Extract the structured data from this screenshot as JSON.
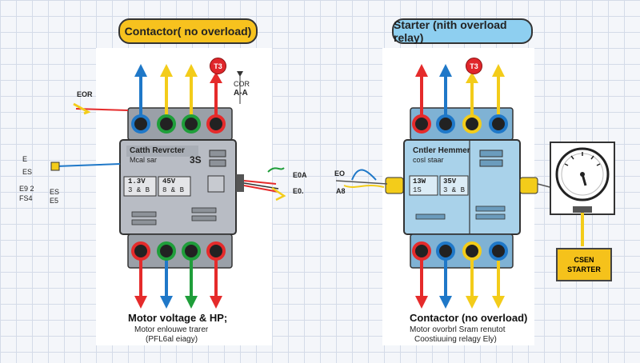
{
  "left": {
    "heading": "Contactor( no overload)",
    "overcurrent_badge": "T3",
    "body_title": "Catth Revrcter",
    "body_subtitle": "Mcal sar",
    "body_code": "3S",
    "rating_left": "1.3V",
    "rating_left_2": "3 & B",
    "rating_right": "45V",
    "rating_right_2": "8 & B",
    "coil_label": "COR",
    "coil_label_2": "A-A",
    "left_label_top": "EOR",
    "left_label_1": "E",
    "left_label_2": "ES",
    "left_label_3": "E9 2",
    "left_label_4": "ES",
    "left_label_5": "FS4",
    "left_label_6": "E5",
    "right_label_1": "E0A",
    "right_label_2": "E0.",
    "caption": "Motor voltage & HP;",
    "sub_1": "Motor enlouwe trarer",
    "sub_2": "(PFL6al eiagy)"
  },
  "right": {
    "heading": "Starter (nith overload relay)",
    "overcurrent_badge": "T3",
    "body_title": "Cntler Hemmer",
    "body_subtitle": "cosl staar",
    "rating_left": "13W",
    "rating_left_2": "1S",
    "rating_right": "35V",
    "rating_right_2": "3 & B",
    "left_label_1": "EO",
    "left_label_2": "A8",
    "caption": "Contactor (no overload)",
    "sub_1": "Motor ovorbrl Sram renutot",
    "sub_2": "Coostiuuing relagy Ely)",
    "gauge_badge_1": "CSEN",
    "gauge_badge_2": "STARTER"
  },
  "colors": {
    "accent_yellow": "#f7c21e",
    "accent_blue": "#8ecff0",
    "phase_red": "#e52b2b",
    "phase_blue": "#1f78c8",
    "phase_yellow": "#f3cc1a",
    "phase_green": "#1f9e3a"
  }
}
